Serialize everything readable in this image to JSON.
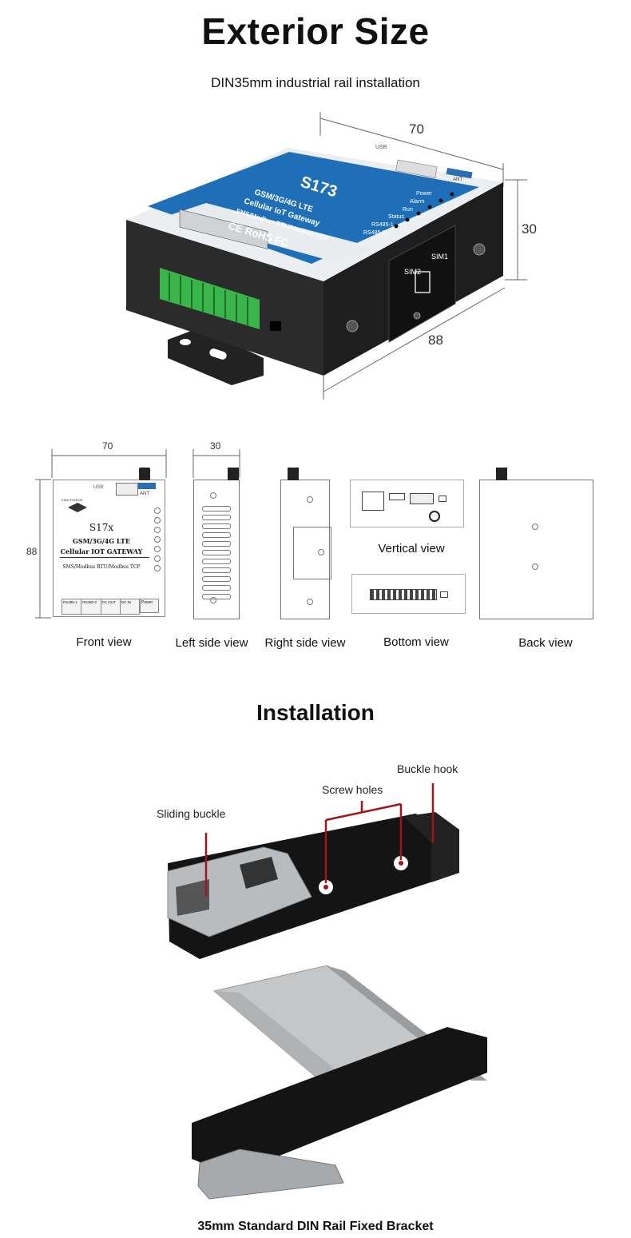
{
  "header": {
    "title": "Exterior Size",
    "subtitle": "DIN35mm industrial rail installation"
  },
  "device": {
    "model": "S173",
    "line1": "GSM/3G/4G LTE",
    "line2": "Cellular IoT Gateway",
    "line3": "SMS/Modbus RTU/Modbus TCP",
    "cert": "CE RoHS FC",
    "leds": [
      "Power",
      "Alarm",
      "Run",
      "Status",
      "RS485-1",
      "RS485-2"
    ],
    "sim1": "SIM1",
    "sim2": "SIM2",
    "usb": "USB",
    "ant": "ANT"
  },
  "dimensions": {
    "width": "70",
    "height": "30",
    "depth": "88"
  },
  "views": {
    "front_w": "70",
    "front_h": "88",
    "side_w": "30",
    "front": {
      "model": "S17x",
      "line1": "GSM/3G/4G LTE",
      "line2": "Cellular IOT GATEWAY",
      "line3": "SMS/Modbus RTU/Modbus TCP",
      "brand": "KING PIGEON",
      "usb": "USB",
      "ant": "ANT",
      "ports": [
        "RS485-1",
        "RS485-2",
        "DC OUT",
        "DC IN"
      ],
      "power": "Power"
    },
    "labels": {
      "front": "Front view",
      "left": "Left side view",
      "right": "Right side view",
      "vertical": "Vertical view",
      "bottom": "Bottom view",
      "back": "Back view"
    }
  },
  "installation": {
    "title": "Installation",
    "sliding_buckle": "Sliding buckle",
    "screw_holes": "Screw holes",
    "buckle_hook": "Buckle hook",
    "caption": "35mm Standard DIN Rail Fixed Bracket"
  }
}
